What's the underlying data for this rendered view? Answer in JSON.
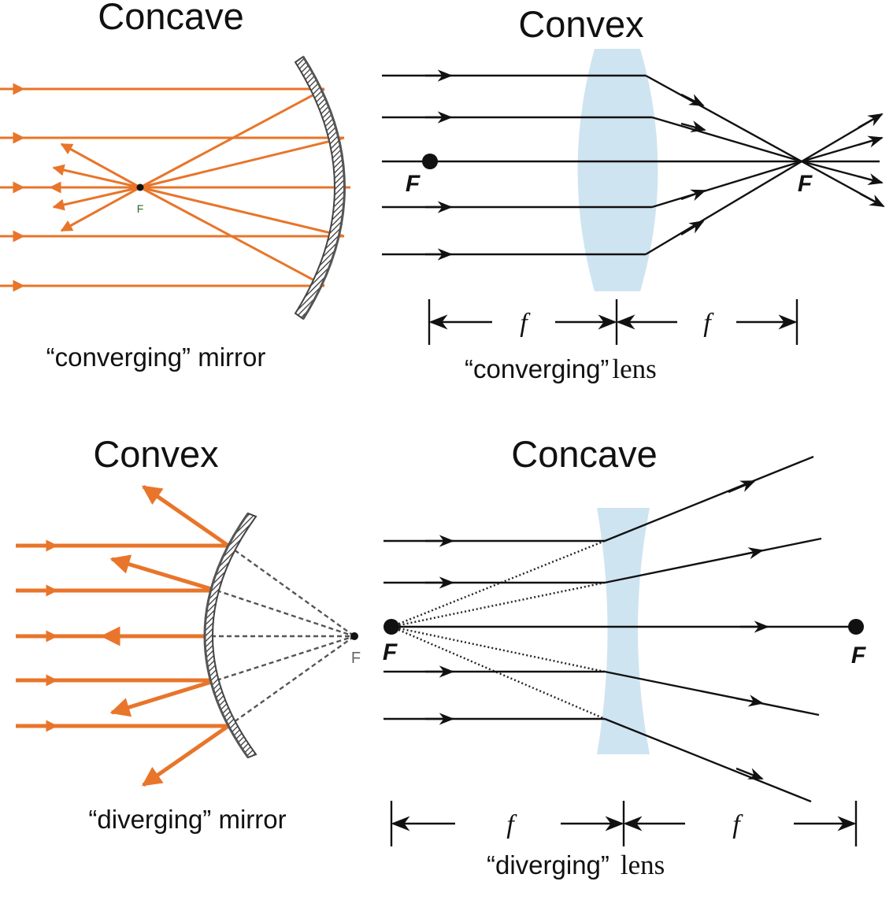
{
  "panels": {
    "concave_mirror": {
      "title": "Concave",
      "caption": "“converging” mirror",
      "focal_label": "F"
    },
    "convex_lens": {
      "title": "Convex",
      "caption_quoted": "“converging”",
      "caption_word": "lens",
      "focal_label_left": "F",
      "focal_label_right": "F",
      "dimension_label_left": "f",
      "dimension_label_right": "f"
    },
    "convex_mirror": {
      "title": "Convex",
      "caption": "“diverging” mirror",
      "focal_label": "F"
    },
    "concave_lens": {
      "title": "Concave",
      "caption_quoted": "“diverging”",
      "caption_word": "lens",
      "focal_label_left": "F",
      "focal_label_right": "F",
      "dimension_label_left": "f",
      "dimension_label_right": "f"
    }
  },
  "colors": {
    "mirror_ray": "#e8752a",
    "lens_ray": "#111111",
    "lens_fill": "#cfe4f1",
    "mirror_hatch": "#444444"
  }
}
